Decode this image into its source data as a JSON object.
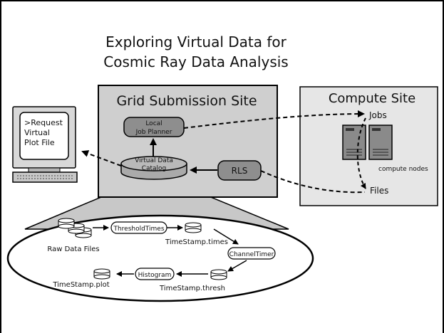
{
  "title": {
    "line1": "Exploring Virtual Data for",
    "line2": "Cosmic Ray Data Analysis"
  },
  "grid_site": {
    "title": "Grid Submission Site",
    "job_planner": {
      "line1": "Local",
      "line2": "Job Planner"
    },
    "catalog": {
      "line1": "Virtual Data",
      "line2": "Catalog"
    },
    "rls": "RLS"
  },
  "compute_site": {
    "title": "Compute Site",
    "jobs": "Jobs",
    "files": "Files",
    "nodes_label": "compute nodes"
  },
  "terminal": {
    "line1": ">Request",
    "line2": "Virtual",
    "line3": "Plot File"
  },
  "pipeline": {
    "raw_files": "Raw Data Files",
    "threshold_times": "ThresholdTimes",
    "timestamp_times": "TimeStamp.times",
    "channel_timer": "ChannelTimer",
    "timestamp_thresh": "TimeStamp.thresh",
    "histogram": "Histogram",
    "timestamp_plot": "TimeStamp.plot"
  },
  "colors": {
    "box_fill": "#cfcfcf",
    "compute_fill": "#e6e6e6",
    "node_fill": "#8a8a8a",
    "stroke": "#000000"
  }
}
